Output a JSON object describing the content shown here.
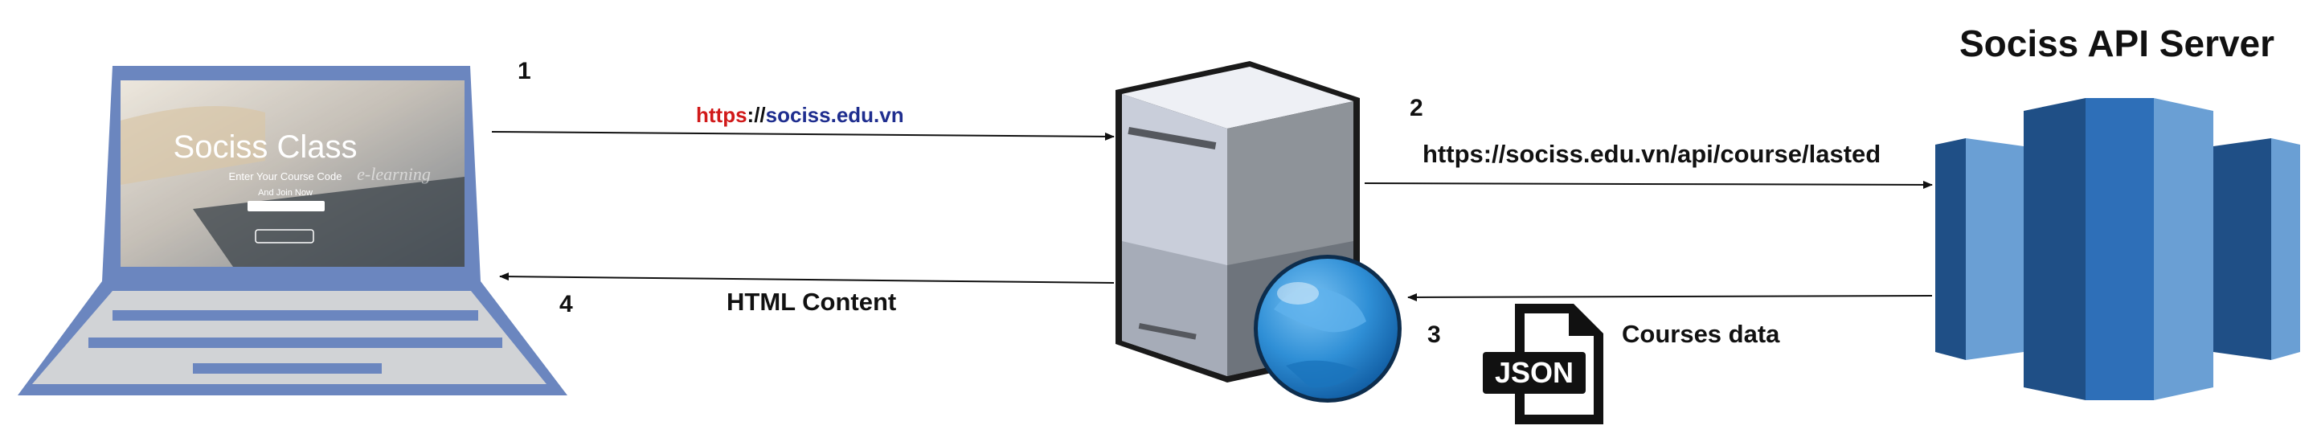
{
  "server_title": "Sociss API Server",
  "steps": [
    {
      "number": "1",
      "url_scheme": "https",
      "url_separator": "://",
      "url_host": "sociss.edu.vn"
    },
    {
      "number": "2",
      "label": "https://sociss.edu.vn/api/course/lasted"
    },
    {
      "number": "3",
      "label": "Courses data",
      "badge": "JSON"
    },
    {
      "number": "4",
      "label": "HTML Content"
    }
  ],
  "laptop_screen": {
    "title": "Sociss Class",
    "subtitle": "Enter Your Course Code",
    "cta": "And Join Now",
    "watermark": "e-learning"
  },
  "colors": {
    "laptop_frame": "#6b86bf",
    "laptop_keys": "#6b86bf",
    "laptop_base": "#d1d3d6",
    "url_scheme": "#d11a1a",
    "url_host": "#1f2e8f",
    "server_light": "#c9ceda",
    "server_dark": "#8e9399",
    "globe": "#2f8fd6",
    "db_dark": "#1f4f86",
    "db_mid": "#2e6fb8",
    "db_light": "#6a9fd4"
  },
  "icons": [
    "laptop-icon",
    "server-icon",
    "globe-icon",
    "json-file-icon",
    "database-icon"
  ]
}
